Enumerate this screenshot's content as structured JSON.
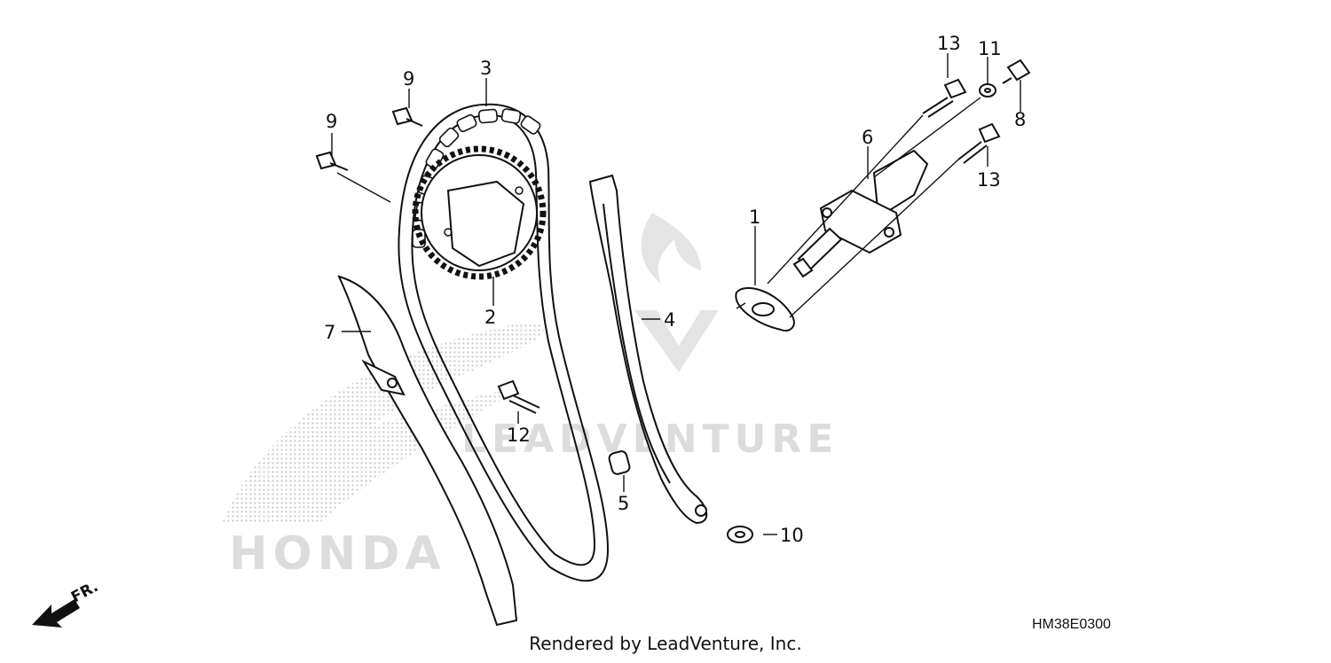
{
  "callouts": {
    "c1": "1",
    "c2": "2",
    "c3": "3",
    "c4": "4",
    "c5": "5",
    "c6": "6",
    "c7": "7",
    "c8": "8",
    "c9a": "9",
    "c9b": "9",
    "c10": "10",
    "c11": "11",
    "c12": "12",
    "c13a": "13",
    "c13b": "13"
  },
  "direction_label": "FR.",
  "watermark": {
    "brand": "HONDA",
    "text": "LEADVENTURE"
  },
  "footer": {
    "rendered_by": "Rendered by LeadVenture, Inc.",
    "diagram_code": "HM38E0300"
  },
  "colors": {
    "line": "#111111",
    "watermark": "#dcdcdc",
    "arrow": "#111111"
  }
}
